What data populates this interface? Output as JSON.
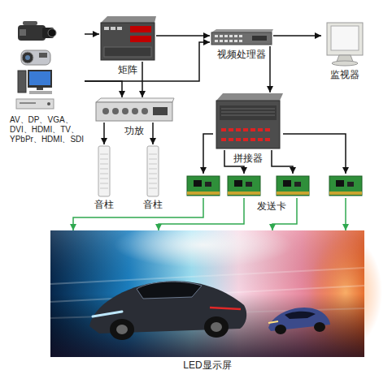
{
  "diagram": {
    "nodes": [
      {
        "text": [
          "AV、DP、VGA、DVI、HDMI、TV、YPbPr、HDMI、SDI"
        ]
      },
      {
        "text": [
          "矩阵"
        ]
      },
      {
        "text": [
          "视频处理器"
        ]
      },
      {
        "text": [
          "监视器"
        ]
      },
      {
        "text": [
          "功放"
        ]
      },
      {
        "text": [
          "音柱"
        ]
      },
      {
        "text": [
          "音柱"
        ]
      },
      {
        "text": [
          "拼接器"
        ]
      },
      {
        "text": [
          "发送卡"
        ]
      },
      {
        "text": [
          "LED显示屏"
        ]
      }
    ],
    "edges": [
      {
        "from": 0,
        "to": 1,
        "arrow": "to"
      },
      {
        "from": 0,
        "to": 2,
        "arrow": "to"
      },
      {
        "from": 0,
        "to": 4,
        "arrow": "to"
      },
      {
        "from": 1,
        "to": 2,
        "arrow": "to"
      },
      {
        "from": 1,
        "to": 4,
        "arrow": "to"
      },
      {
        "from": 2,
        "to": 3,
        "arrow": "to"
      },
      {
        "from": 2,
        "to": 7,
        "arrow": "to"
      },
      {
        "from": 4,
        "to": 5,
        "arrow": "to"
      },
      {
        "from": 4,
        "to": 6,
        "arrow": "to"
      },
      {
        "from": 7,
        "to": 8,
        "arrow": "to"
      },
      {
        "from": 8,
        "to": 9,
        "arrow": "to"
      }
    ]
  }
}
